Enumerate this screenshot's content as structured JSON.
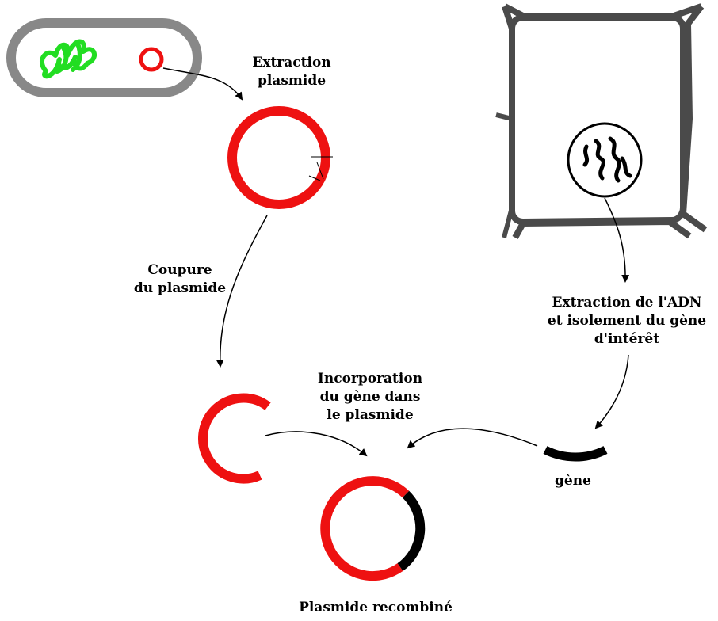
{
  "labels": {
    "extraction_plasmide": [
      "Extraction",
      "plasmide"
    ],
    "coupure": [
      "Coupure",
      "du plasmide"
    ],
    "extraction_adn": [
      "Extraction de l'ADN",
      "et isolement du gène",
      "d'intérêt"
    ],
    "incorporation": [
      "Incorporation",
      "du gène dans",
      "le plasmide"
    ],
    "gene": "gène",
    "plasmide_recombine": "Plasmide recombiné"
  },
  "colors": {
    "plasmid": "#ee1111",
    "gene": "#000000",
    "bacterial_chromosome": "#22dd22",
    "bacterium_wall": "#888888",
    "plant_cell_wall": "#4a4a4a",
    "arrow": "#000000"
  },
  "icons": {
    "bacterium": "bacterium-icon",
    "plant_cell": "plant-cell-icon",
    "nucleus": "nucleus-icon"
  }
}
